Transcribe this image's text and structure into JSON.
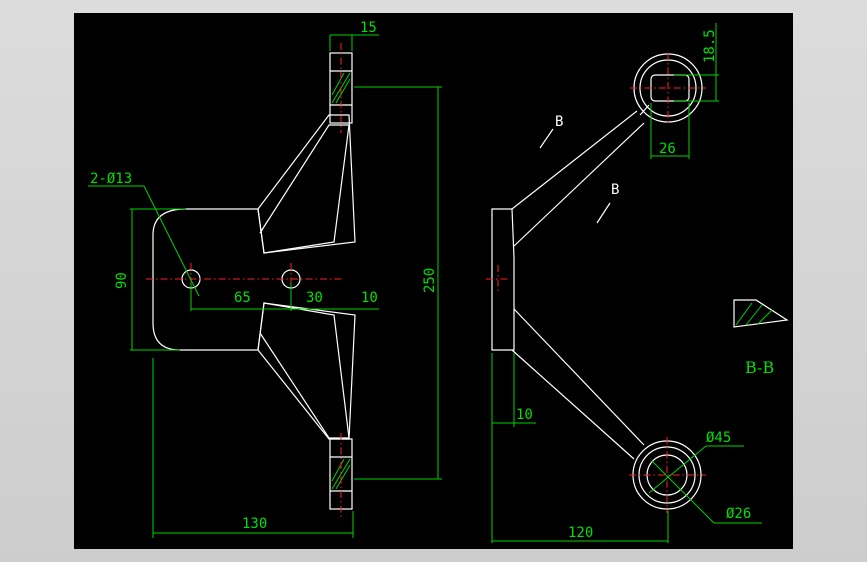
{
  "drawing": {
    "background": "#000000",
    "line_color": "#ffffff",
    "dimension_color": "#00d200",
    "centerline_color": "#ff2020",
    "front_view": {
      "dims": {
        "top_width": "15",
        "hole_callout": "2-Ø13",
        "height_left": "90",
        "spacing_65": "65",
        "spacing_30": "30",
        "offset_10": "10",
        "total_height": "250",
        "total_width": "130"
      }
    },
    "side_view": {
      "dims": {
        "ring_offset": "18.5",
        "ring_inner": "26",
        "plate_10": "10",
        "width_120": "120",
        "outer_dia": "Ø45",
        "inner_dia": "Ø26"
      },
      "section_marks": [
        "B",
        "B"
      ]
    },
    "section": {
      "label": "B-B"
    }
  }
}
